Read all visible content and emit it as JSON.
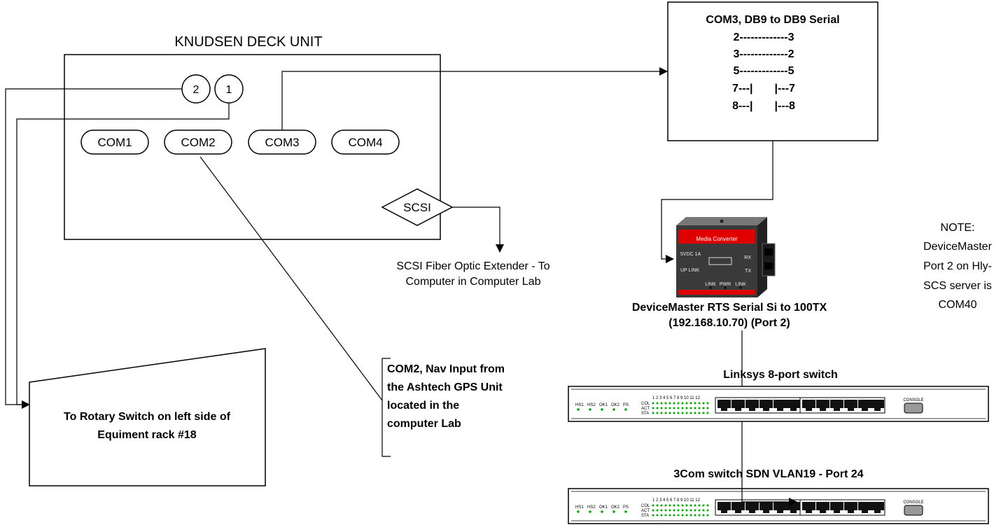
{
  "deck_unit": {
    "title": "KNUDSEN DECK UNIT",
    "port2": "2",
    "port1": "1",
    "com1": "COM1",
    "com2": "COM2",
    "com3": "COM3",
    "com4": "COM4",
    "scsi": "SCSI"
  },
  "scsi_extender": {
    "line1": "SCSI Fiber Optic Extender - To",
    "line2": "Computer in Computer Lab"
  },
  "com3_box": {
    "title": "COM3, DB9 to DB9 Serial",
    "lines": [
      "2-------------3",
      "3-------------2",
      "5-------------5",
      "7---|       |---7",
      "8---|       |---8"
    ]
  },
  "device": {
    "name": "Media Converter",
    "power": "5VDC 1A",
    "uplink": "UP LINK",
    "rx": "RX",
    "tx": "TX",
    "led_link1": "LINK",
    "led_pwr": "PWR",
    "led_link2": "LINK",
    "caption1": "DeviceMaster RTS Serial Si to 100TX",
    "caption2": "(192.168.10.70) (Port 2)"
  },
  "note": {
    "lines": [
      "NOTE:",
      "DeviceMaster",
      "Port 2 on Hly-",
      "SCS server is",
      "COM40"
    ]
  },
  "com2_note": {
    "lines": [
      "COM2, Nav Input from",
      "the Ashtech GPS Unit",
      "located in the",
      "computer Lab"
    ]
  },
  "rotary": {
    "line1": "To Rotary Switch on left side of",
    "line2": "Equiment rack #18"
  },
  "switch1": {
    "title": "Linksys 8-port switch",
    "leds": [
      "HS1",
      "HS2",
      "OK1",
      "OK2",
      "PS"
    ],
    "numbers": "1 2 3 4 5 6 7 8 9 10 11 12",
    "rows": [
      "COL",
      "ACT",
      "STA"
    ],
    "console": "CONSOLE"
  },
  "switch2": {
    "title": "3Com switch SDN VLAN19 - Port 24",
    "leds": [
      "HS1",
      "HS2",
      "OK1",
      "OK2",
      "PS"
    ],
    "numbers": "1 2 3 4 5 6 7 8 9 10 11 12",
    "rows": [
      "COL",
      "ACT",
      "STA"
    ],
    "console": "CONSOLE"
  },
  "colors": {
    "line": "#000000",
    "device_body": "#3a3a3a",
    "device_red": "#e00000"
  }
}
